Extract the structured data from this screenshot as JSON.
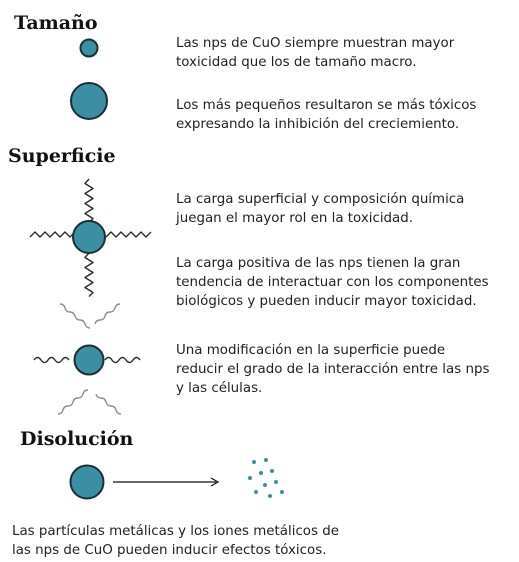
{
  "colors": {
    "particle_fill": "#3c8fa3",
    "particle_stroke": "#1b2f36",
    "wavy_dark": "#2b2b2b",
    "wavy_gray": "#8c8c8c",
    "ion_dots": "#3c8fa3"
  },
  "sections": {
    "size": {
      "heading": "Tamaño",
      "text1": "Las nps de CuO siempre muestran mayor\ntoxicidad que los de tamaño macro.",
      "text2": "Los más pequeños resultaron se más tóxicos\nexpresando la inhibición del creciemiento."
    },
    "surface": {
      "heading": "Superficie",
      "text1": "La carga superficial y composición química\njuegan el mayor rol en la toxicidad.",
      "text2": "La carga positiva de las nps tienen la gran\ntendencia de interactuar con los componentes\nbiológicos y pueden inducir mayor toxicidad.",
      "text3": "Una modificación en la superficie puede\nreducir el grado de la interacción entre las nps\ny las células."
    },
    "dissolution": {
      "heading": "Disolución",
      "text": "Las partículas metálicas y los iones metálicos de\nlas nps de CuO pueden inducir efectos tóxicos."
    }
  }
}
